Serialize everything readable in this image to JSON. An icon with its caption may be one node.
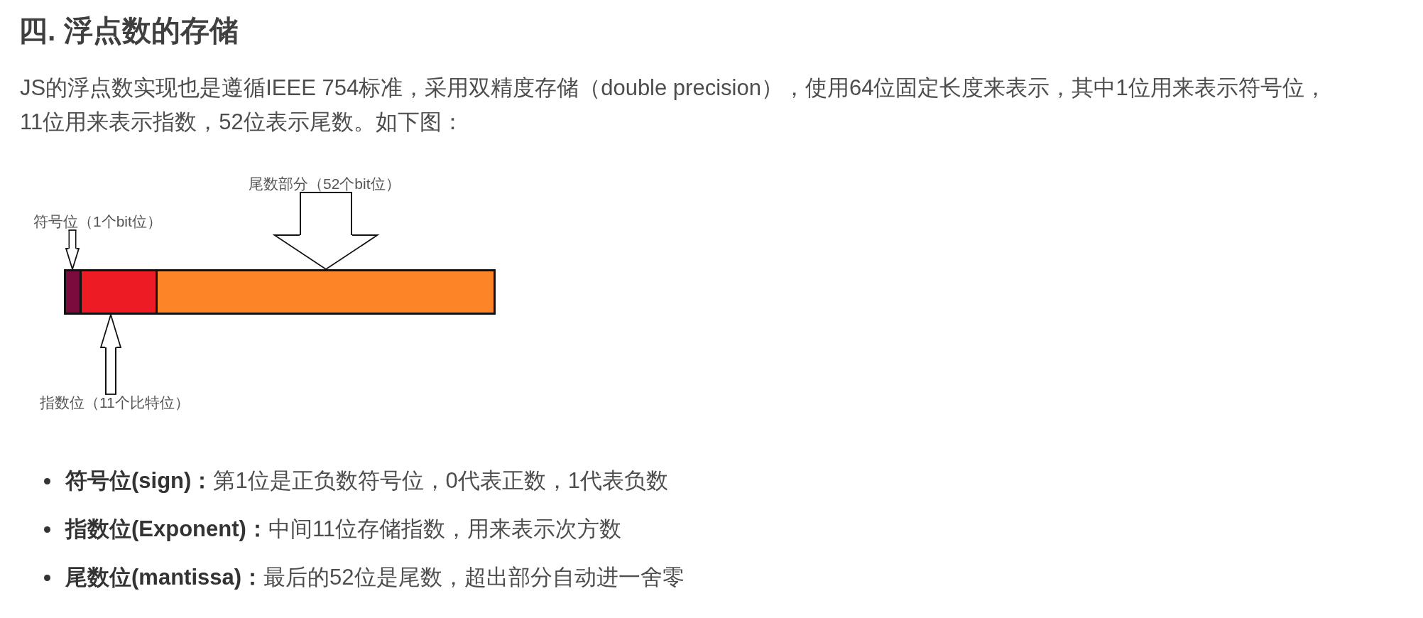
{
  "diagram": {
    "title": "四. 浮点数的存储",
    "nodes": [
      {
        "text": [
          "尾数部分（52个bit位）"
        ]
      },
      {
        "text": [
          "符号位（1个bit位）"
        ]
      },
      {
        "text": [],
        "shape": "bar"
      },
      {
        "text": [],
        "shape": "bar"
      },
      {
        "text": [],
        "shape": "bar"
      },
      {
        "text": [
          "指数位（11个比特位）"
        ]
      }
    ],
    "edges": [
      {
        "from": 0,
        "to": 4,
        "arrow": "to"
      },
      {
        "from": 1,
        "to": 2,
        "arrow": "to"
      },
      {
        "from": 5,
        "to": 3,
        "arrow": "to"
      }
    ],
    "labels": [
      "JS的浮点数实现也是遵循IEEE 754标准，采用双精度存储（double precision），使用64位固定长度来表示，其中1位用来表示符号位，11位用来表示指数，52位表示尾数。如下图：",
      "**符号位(sign)：**第1位是正负数符号位，0代表正数，1代表负数",
      "**指数位(Exponent)：**中间11位存储指数，用来表示次方数",
      "**尾数位(mantissa)：**最后的52位是尾数，超出部分自动进一舍零"
    ]
  }
}
